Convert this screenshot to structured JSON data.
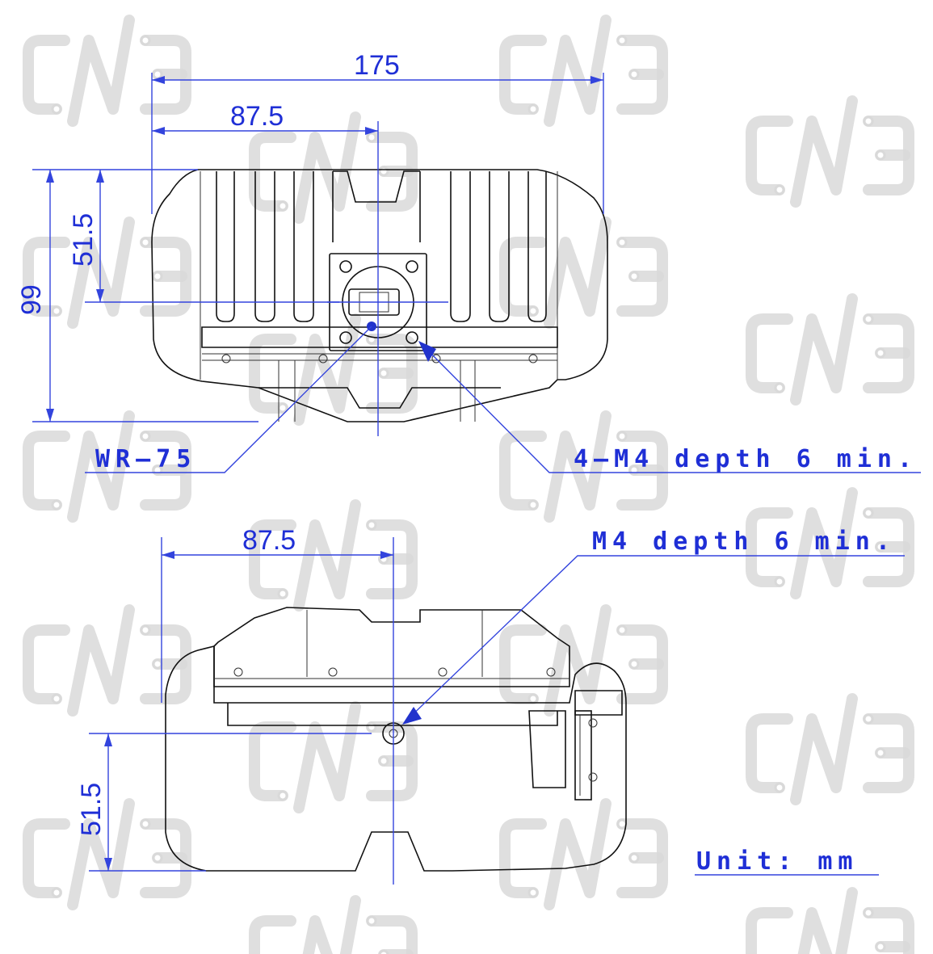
{
  "dimensions": {
    "width_total": "175",
    "width_half_top": "87.5",
    "height_total": "99",
    "height_port_top": "51.5",
    "width_half_bottom": "87.5",
    "height_port_bottom": "51.5"
  },
  "callouts": {
    "waveguide": "WR–75",
    "mount_holes": "4–M4 depth 6 min.",
    "side_hole": "M4 depth 6 min."
  },
  "unit_label": "Unit: mm",
  "colors": {
    "dimension": "#1f2fd6",
    "outline": "#111111",
    "watermark": "#d9d9d9"
  }
}
